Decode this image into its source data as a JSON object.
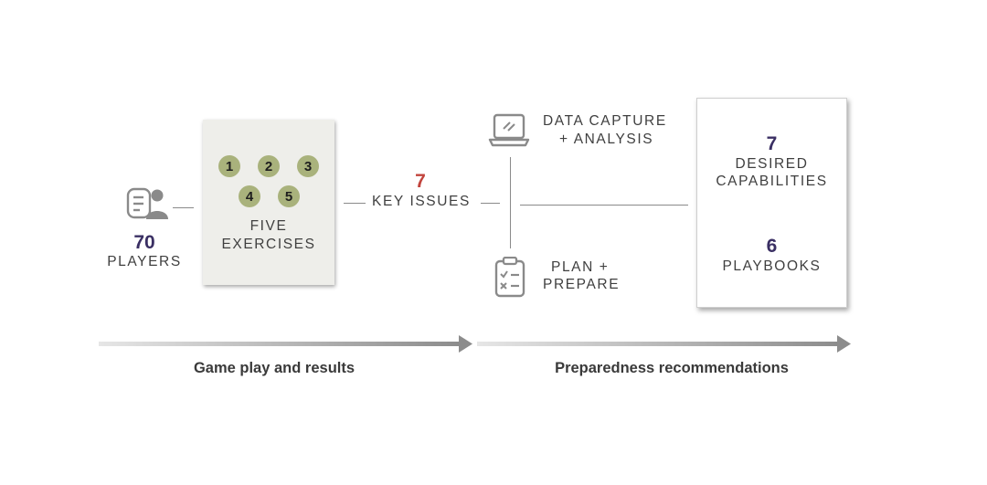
{
  "players": {
    "count": "70",
    "label": "PLAYERS"
  },
  "exercises": {
    "numbers": [
      "1",
      "2",
      "3",
      "4",
      "5"
    ],
    "label_line1": "FIVE",
    "label_line2": "EXERCISES"
  },
  "issues": {
    "count": "7",
    "label": "KEY ISSUES"
  },
  "data_capture": {
    "line1": "DATA CAPTURE",
    "line2": "+ ANALYSIS"
  },
  "plan": {
    "line1": "PLAN +",
    "line2": "PREPARE"
  },
  "capabilities": {
    "count": "7",
    "line1": "DESIRED",
    "line2": "CAPABILITIES"
  },
  "playbooks": {
    "count": "6",
    "label": "PLAYBOOKS"
  },
  "footer": {
    "left_label": "Game play and results",
    "right_label": "Preparedness recommendations"
  },
  "colors": {
    "accent_purple": "#3a2f63",
    "accent_red": "#c2443d",
    "exercise_circle": "#a9b27c",
    "icon_gray": "#8a8a8a"
  },
  "icons": [
    "player-profile-icon",
    "laptop-icon",
    "checklist-icon"
  ]
}
